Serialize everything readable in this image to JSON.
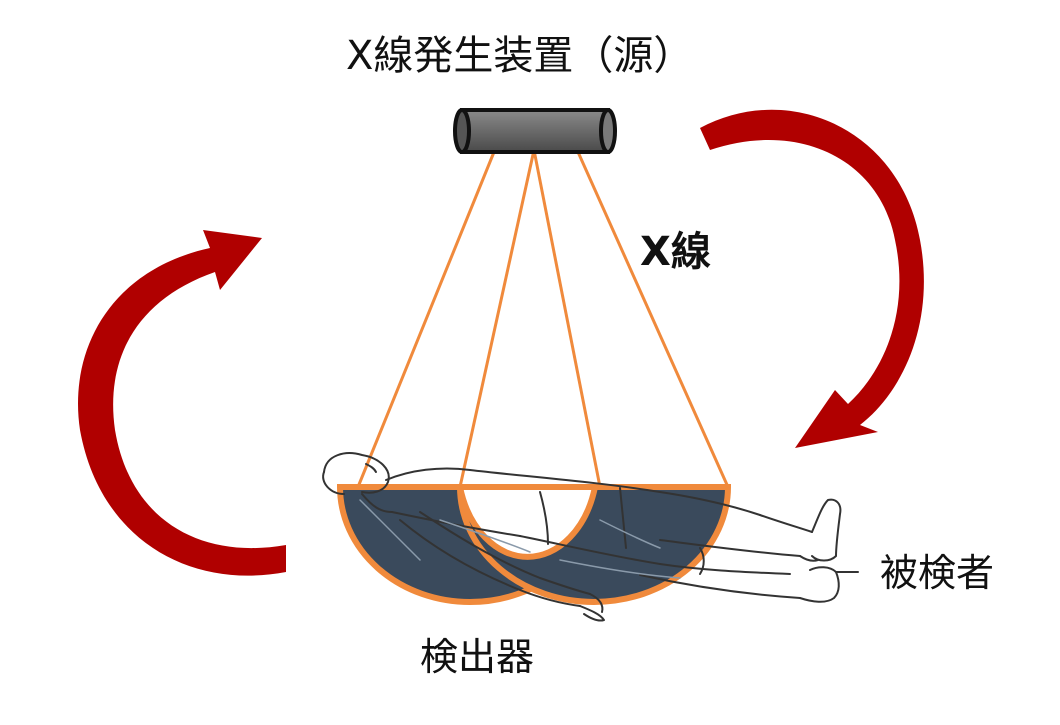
{
  "labels": {
    "source": "X線発生装置（源）",
    "xray": "X線",
    "subject": "被検者",
    "detector": "検出器"
  },
  "colors": {
    "rotation_arrow": "#b00000",
    "beam_line": "#f08a3c",
    "detector_fill": "#3a4a5c",
    "detector_edge": "#f08a3c",
    "tube_body": "#6e6e6e",
    "figure_line": "#333333"
  },
  "icons": {
    "source": "x-ray-tube-icon",
    "subject": "reclining-person-icon",
    "rotation": "rotation-arrow-icon"
  }
}
